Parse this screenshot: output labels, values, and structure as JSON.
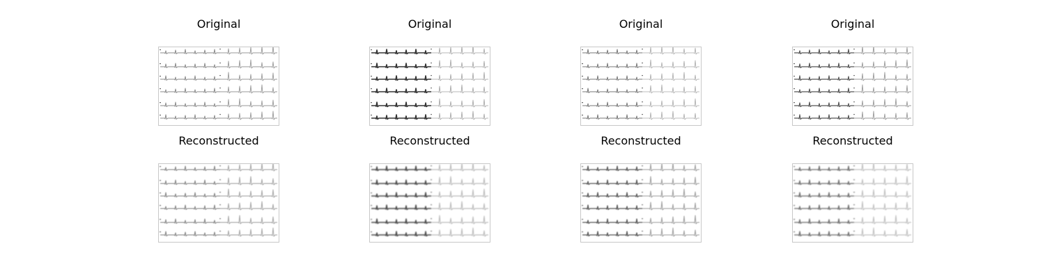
{
  "figure": {
    "columns": [
      {
        "original_title": "Original",
        "reconstructed_title": "Reconstructed",
        "original": {
          "split": 0.51,
          "left_tone": "#8a8a8a",
          "right_tone": "#999999",
          "left_weight": 1.0,
          "right_weight": 0.9
        },
        "reconstructed": {
          "split": 0.51,
          "left_tone": "#7a7a7a",
          "right_tone": "#9a9a9a",
          "left_weight": 1.0,
          "right_weight": 0.9,
          "blur": 0.5
        }
      },
      {
        "original_title": "Original",
        "reconstructed_title": "Reconstructed",
        "original": {
          "split": 0.51,
          "left_tone": "#333333",
          "right_tone": "#a0a0a0",
          "left_weight": 1.6,
          "right_weight": 0.8
        },
        "reconstructed": {
          "split": 0.51,
          "left_tone": "#444444",
          "right_tone": "#aaaaaa",
          "left_weight": 1.5,
          "right_weight": 0.9,
          "blur": 0.7
        }
      },
      {
        "original_title": "Original",
        "reconstructed_title": "Reconstructed",
        "original": {
          "split": 0.51,
          "left_tone": "#777777",
          "right_tone": "#a8a8a8",
          "left_weight": 1.0,
          "right_weight": 0.8
        },
        "reconstructed": {
          "split": 0.51,
          "left_tone": "#555555",
          "right_tone": "#999999",
          "left_weight": 1.3,
          "right_weight": 1.0,
          "blur": 0.6
        }
      },
      {
        "original_title": "Original",
        "reconstructed_title": "Reconstructed",
        "original": {
          "split": 0.51,
          "left_tone": "#555555",
          "right_tone": "#999999",
          "left_weight": 1.2,
          "right_weight": 0.9
        },
        "reconstructed": {
          "split": 0.51,
          "left_tone": "#666666",
          "right_tone": "#b0b0b0",
          "left_weight": 1.3,
          "right_weight": 0.9,
          "blur": 0.8
        }
      }
    ],
    "colors": {
      "panel_border": "#c8c8c8",
      "background": "#ffffff"
    }
  }
}
